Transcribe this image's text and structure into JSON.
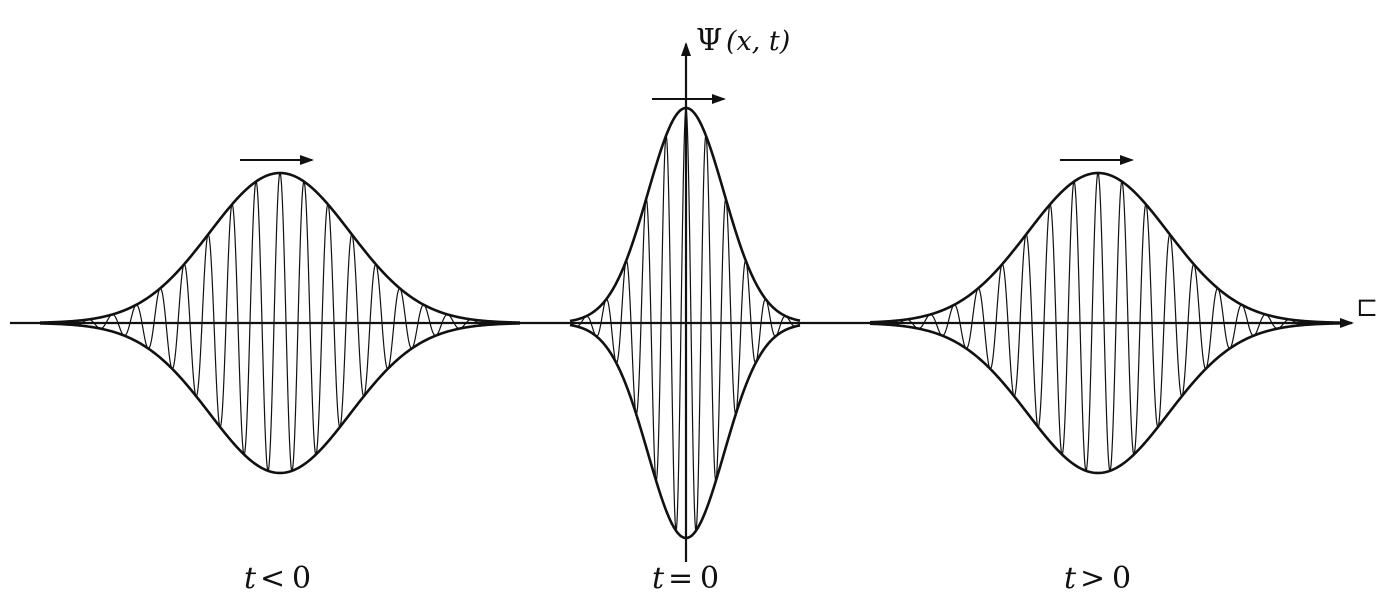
{
  "diagram": {
    "axis_labels": {
      "psi": "Ψ",
      "psi_args": "(x, t)",
      "x_axis": "⊏"
    },
    "packets": [
      {
        "id": "before",
        "label_var": "t",
        "label_op": "<",
        "label_val": "0",
        "direction": "right"
      },
      {
        "id": "center",
        "label_var": "t",
        "label_op": "=",
        "label_val": "0",
        "direction": "right"
      },
      {
        "id": "after",
        "label_var": "t",
        "label_op": ">",
        "label_val": "0",
        "direction": "right"
      }
    ],
    "colors": {
      "ink": "#111111",
      "background": "#ffffff"
    }
  }
}
